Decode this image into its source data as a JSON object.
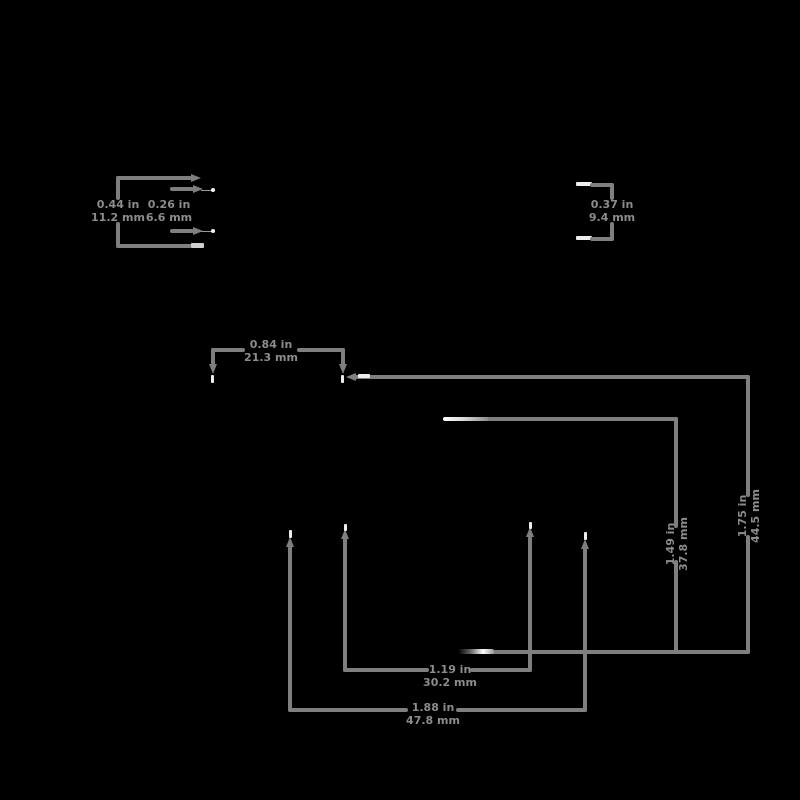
{
  "drawing": {
    "kind": "mechanical-dimension-drawing",
    "colors": {
      "background": "#000000",
      "dimension_line_gray": "#7f7f7f",
      "label_text_gray": "#8c8c8c",
      "feature_highlight_white": "#ededed"
    },
    "dimensions": {
      "top_left_height": {
        "inches": "0.44 in",
        "millimeters": "11.2 mm"
      },
      "top_left_pin_gap": {
        "inches": "0.26 in",
        "millimeters": "6.6 mm"
      },
      "top_right_height": {
        "inches": "0.37 in",
        "millimeters": "9.4 mm"
      },
      "top_width": {
        "inches": "0.84 in",
        "millimeters": "21.3 mm"
      },
      "right_outer_height": {
        "inches": "1.75 in",
        "millimeters": "44.5 mm"
      },
      "right_inner_height": {
        "inches": "1.49 in",
        "millimeters": "37.8 mm"
      },
      "bottom_inner_width": {
        "inches": "1.19 in",
        "millimeters": "30.2 mm"
      },
      "bottom_outer_width": {
        "inches": "1.88 in",
        "millimeters": "47.8 mm"
      }
    }
  }
}
